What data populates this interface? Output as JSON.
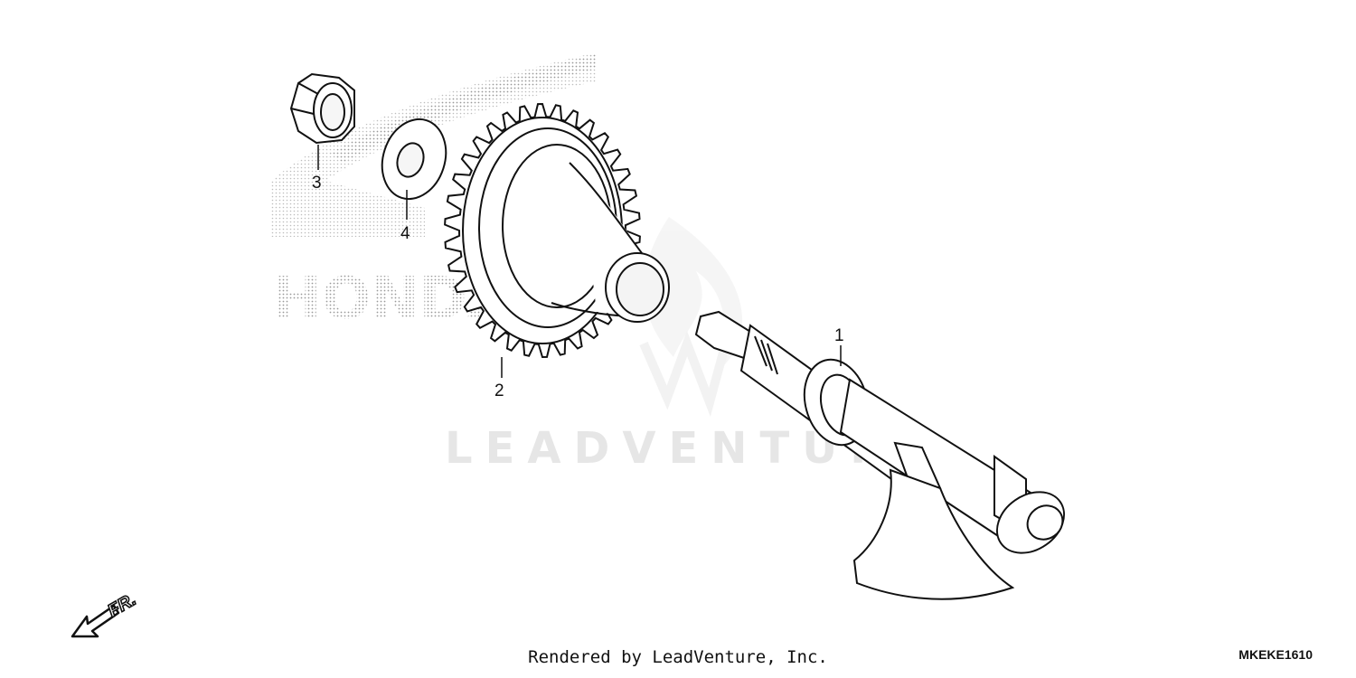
{
  "watermark": {
    "brand_text": "LEADVENTURE",
    "logo_text": "HONDA"
  },
  "callouts": [
    {
      "number": "1",
      "part": "kick starter spindle"
    },
    {
      "number": "2",
      "part": "kick starter gear"
    },
    {
      "number": "3",
      "part": "collar"
    },
    {
      "number": "4",
      "part": "washer"
    }
  ],
  "direction_indicator": {
    "label": "FR.",
    "icon": "front-direction-arrow-icon"
  },
  "footer": {
    "credit": "Rendered by LeadVenture, Inc.",
    "diagram_code": "MKEKE1610"
  }
}
